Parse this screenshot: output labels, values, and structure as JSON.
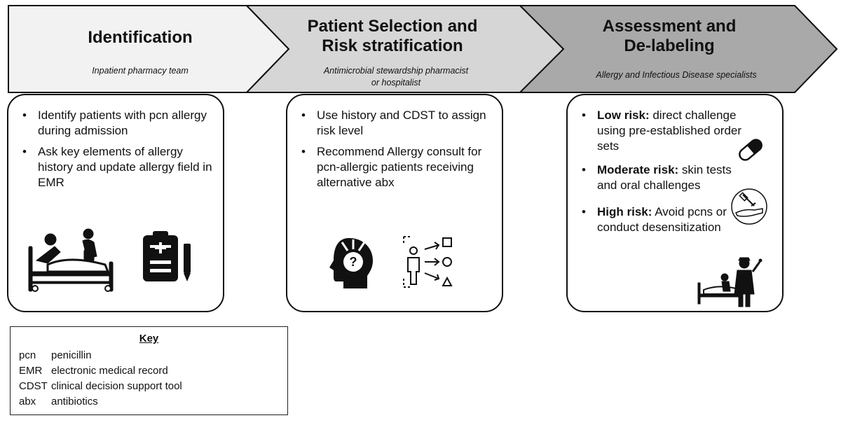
{
  "stages": [
    {
      "title_line1": "Identification",
      "title_line2": "",
      "subtitle_line1": "Inpatient pharmacy team",
      "subtitle_line2": ""
    },
    {
      "title_line1": "Patient Selection and",
      "title_line2": "Risk stratification",
      "subtitle_line1": "Antimicrobial stewardship pharmacist",
      "subtitle_line2": "or hospitalist"
    },
    {
      "title_line1": "Assessment and",
      "title_line2": "De-labeling",
      "subtitle_line1": "Allergy and Infectious Disease specialists",
      "subtitle_line2": ""
    }
  ],
  "boxes": {
    "identification": [
      "Identify patients with pcn allergy during admission",
      "Ask key elements of allergy history and update allergy field in EMR"
    ],
    "selection": [
      "Use history and CDST to assign risk level",
      "Recommend Allergy consult for pcn-allergic patients receiving alternative abx"
    ],
    "assessment": [
      {
        "bold": "Low risk:",
        "text": " direct challenge using pre-established order sets"
      },
      {
        "bold": "Moderate risk:",
        "text": " skin tests and oral challenges"
      },
      {
        "bold": "High risk:",
        "text": " Avoid pcns or conduct desensitization"
      }
    ]
  },
  "key": {
    "title": "Key",
    "rows": [
      {
        "abbr": "pcn",
        "meaning": "penicillin"
      },
      {
        "abbr": "EMR",
        "meaning": "electronic medical record"
      },
      {
        "abbr": "CDST",
        "meaning": "clinical decision support tool"
      },
      {
        "abbr": "abx",
        "meaning": "antibiotics"
      }
    ]
  },
  "colors": {
    "chevron1": "#f2f2f2",
    "chevron2": "#d6d6d6",
    "chevron3": "#a9a9a9",
    "outline": "#111111"
  },
  "icons": [
    "hospital-bed-icon",
    "clipboard-medical-icon",
    "head-question-icon",
    "risk-stratification-icon",
    "pill-capsule-icon",
    "skin-test-icon",
    "doctor-patient-bed-icon"
  ]
}
